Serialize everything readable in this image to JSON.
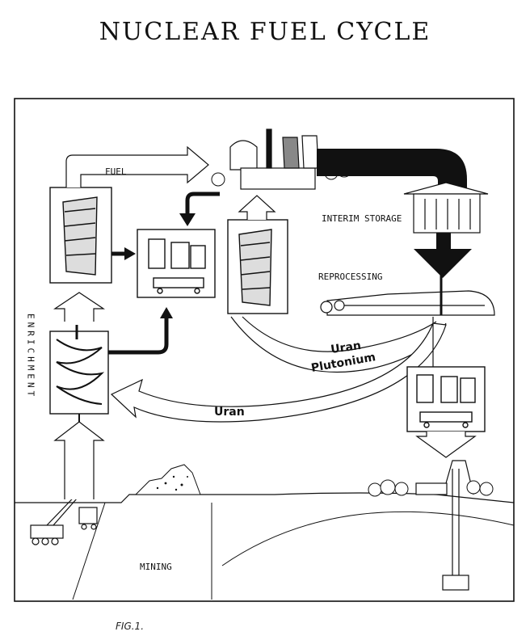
{
  "title": "NUCLEAR FUEL CYCLE",
  "labels": {
    "fuel": "FUEL",
    "interim_storage": "INTERIM STORAGE",
    "reprocessing": "REPROCESSING",
    "enrichment": "ENRICHMENT",
    "mining": "MINING",
    "uran_inner": "Uran",
    "plutonium": "Plutonium",
    "uran_outer": "Uran"
  },
  "figure_caption": "FIG.1."
}
